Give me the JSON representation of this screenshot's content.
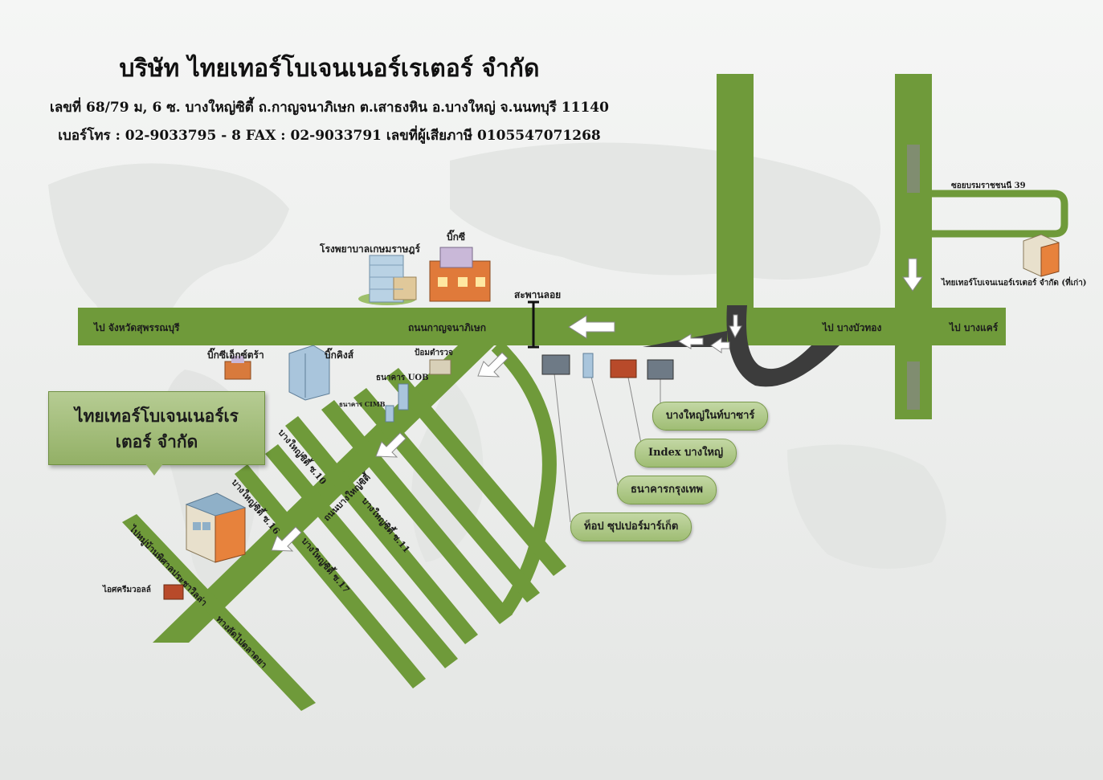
{
  "header": {
    "title": "บริษัท ไทยเทอร์โบเจนเนอร์เรเตอร์ จำกัด",
    "address": "เลขที่ 68/79 ม, 6 ซ. บางใหญ่ซิตี้ ถ.กาญจนาภิเษก ต.เสาธงหิน อ.บางใหญ่ จ.นนทบุรี 11140",
    "contact": "เบอร์โทร : 02-9033795 - 8  FAX : 02-9033791 เลขที่ผู้เสียภาษี 0105547071268"
  },
  "colors": {
    "road": "#6f9a3a",
    "road_dark": "#3c3c3c",
    "callout": "#a5c07c",
    "background": "#f2f3f2"
  },
  "roads": {
    "main_road": "ถนนกาญจนาภิเษก",
    "to_suphanburi": "ไป จังหวัดสุพรรณบุรี",
    "to_bang_bua_thong": "ไป บางบัวทอง",
    "to_bang_khae": "ไป บางแคร์",
    "soi_borommaratchachonnani": "ซอยบรมราชชนนี 39",
    "bang_yai_city_road": "ถนนบางใหญ่ซิตี้",
    "soi_10": "บางใหญ่ซิตี้ ซ.10",
    "soi_11": "บางใหญ่ซิตี้ ซ.11",
    "soi_16": "บางใหญ่ซิตี้ ซ.16",
    "soi_17": "บางใหญ่ซิตี้ ซ.17",
    "to_bang_yai_market": "ไปหมู่บ้านพิศาลประชาวิลล่า",
    "to_kao_yot": "ทางลัดไปตลาดยา"
  },
  "landmarks": {
    "kasemrad_hospital": "โรงพยาบาลเกษมราษฎร์",
    "big_c": "บิ๊กซี",
    "pedestrian_bridge": "สะพานลอย",
    "big_c_extra": "บิ๊กซีเอ็กซ์ตร้า",
    "big_king": "บิ๊กคิงส์",
    "police_box": "ป้อมตำรวจ",
    "uob_bank": "ธนาคาร UOB",
    "cimb_bank": "ธนาคาร CIMB",
    "ice_cream_mall": "ไอศครีมวอลล์",
    "old_company": "ไทยเทอร์โบเจนเนอร์เรเตอร์ จำกัด (ที่เก่า)"
  },
  "callout": {
    "company": "ไทยเทอร์โบเจนเนอร์เรเตอร์ จำกัด"
  },
  "bubbles": {
    "bangyai_bazaar": "บางใหญ่ในท์บาซาร์",
    "index": "Index บางใหญ่",
    "bangkok_bank": "ธนาคารกรุงเทพ",
    "tops": "ท็อป ซุปเปอร์มาร์เก็ต"
  }
}
